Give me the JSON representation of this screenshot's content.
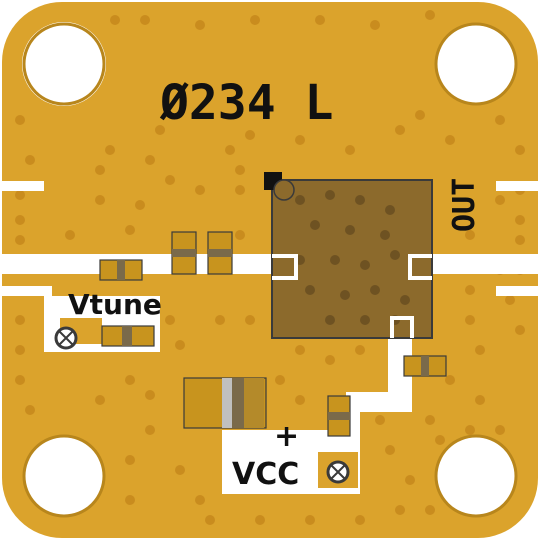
{
  "board": {
    "part_number": "Ø234 L",
    "label_out": "OUT",
    "label_vtune": "Vtune",
    "label_vcc": "VCC",
    "label_plus": "+"
  },
  "colors": {
    "substrate": "#DBA32C",
    "via": "#C98C1E",
    "trace": "#FFFFFF",
    "chip": "#8C6A2C",
    "chip_edge": "#3A3A3A",
    "component": "#C8941E",
    "component_band": "#7A6A4A",
    "text": "#111111"
  },
  "icons": [
    "mounting-hole-icon",
    "pad-cross-icon",
    "pin1-marker-icon"
  ]
}
